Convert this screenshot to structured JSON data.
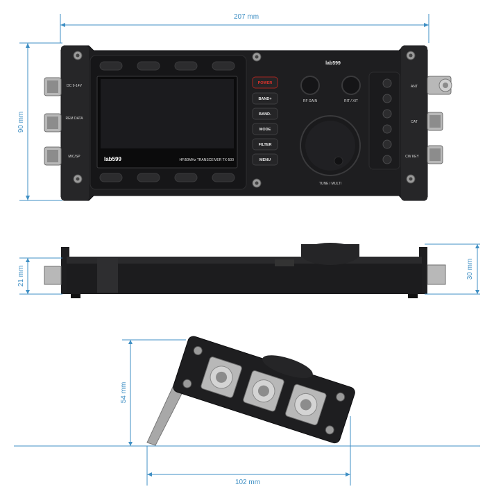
{
  "dimensions": {
    "width": "207 mm",
    "height": "90 mm",
    "side_left": "21 mm",
    "side_right": "30 mm",
    "tilt_height": "54 mm",
    "tilt_depth": "102 mm"
  },
  "front_panel": {
    "brand": "lab599",
    "model_text": "HF/50MHz TRANSCEIVER TX-500",
    "buttons": [
      "POWER",
      "BAND+",
      "BAND-",
      "MODE",
      "FILTER",
      "MENU"
    ],
    "knob_labels": {
      "rf_gain": "RF GAIN",
      "rit_xit": "RIT / XIT",
      "tune": "TUNE / MULTI"
    },
    "left_ports": [
      "DC 9-14V",
      "REM DATA",
      "MIC/SP"
    ],
    "right_ports": [
      "ANT",
      "CAT",
      "CW KEY"
    ]
  },
  "colors": {
    "dimension_line": "#3f8fc4",
    "body": "#202022",
    "accent": "#e0322b"
  }
}
